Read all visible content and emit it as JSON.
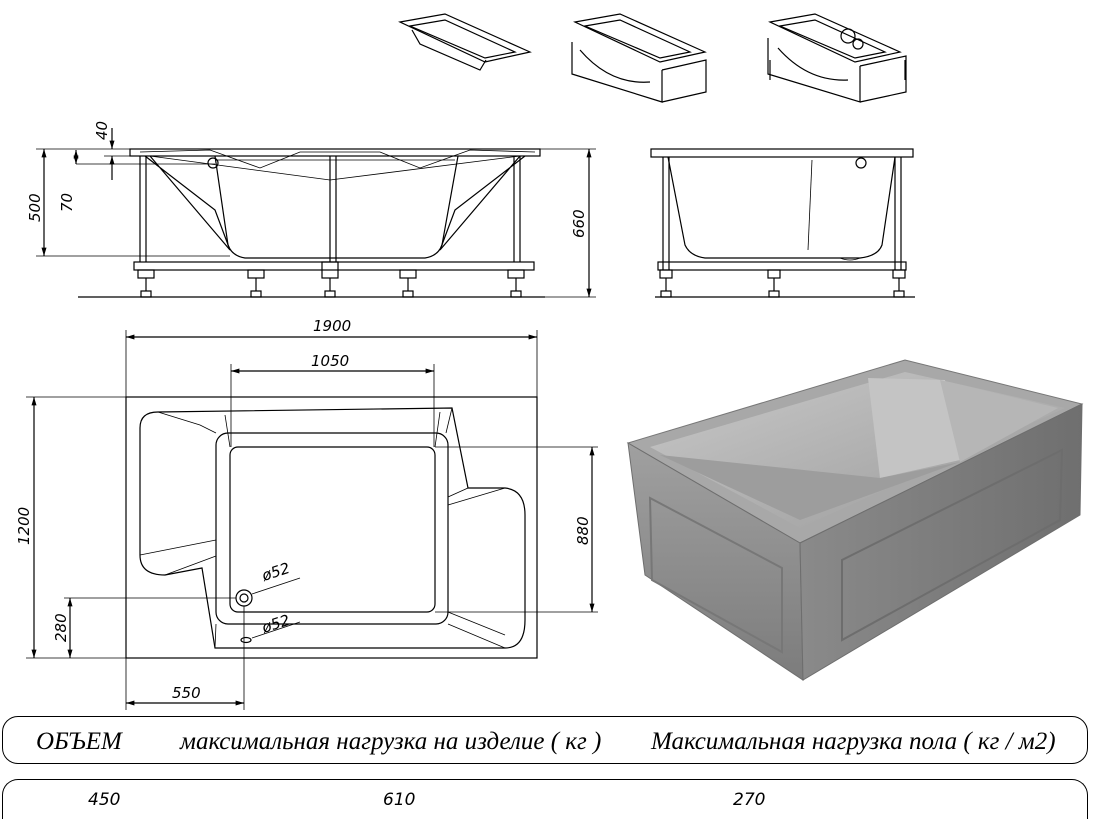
{
  "dimensions": {
    "lip_depth": "40",
    "inner_depth": "70",
    "height_rim": "500",
    "height_total": "660",
    "length_total": "1900",
    "length_inner": "1050",
    "width_total": "1200",
    "width_inner": "880",
    "drain_offset_y": "280",
    "drain_offset_x": "550",
    "drain_diameter_1": "ø52",
    "drain_diameter_2": "ø52"
  },
  "table": {
    "headers": [
      "ОБЪЕМ",
      "максимальная нагрузка на изделие ( кг )",
      "Максимальная нагрузка пола ( кг / м2)"
    ],
    "values": [
      "450",
      "610",
      "270"
    ]
  },
  "colors": {
    "line": "#000000",
    "render_body": "#8f8f8f",
    "render_inner": "#b4b4b4"
  }
}
